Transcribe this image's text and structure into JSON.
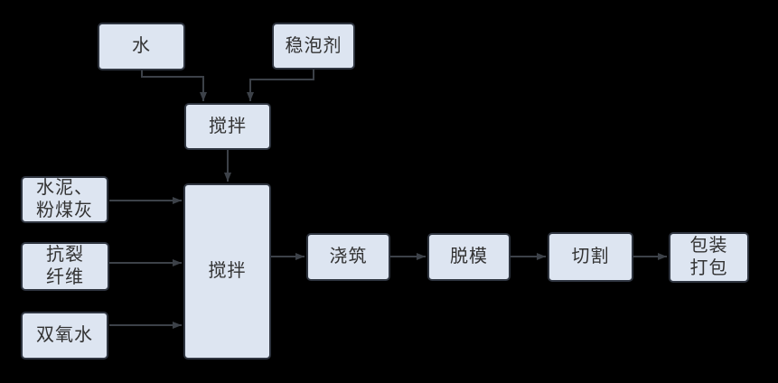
{
  "colors": {
    "background": "#000000",
    "box-fill": "#dde5f1",
    "box-border": "#2f3540",
    "arrow-color": "#3c4148",
    "text-color": "#333333"
  },
  "nodes": {
    "water": {
      "label": "水"
    },
    "foam_stabilizer": {
      "label": "稳泡剂"
    },
    "premix": {
      "label": "搅拌"
    },
    "cement_flyash": {
      "label": "水泥、\n粉煤灰"
    },
    "fiber": {
      "label": "抗裂\n纤维"
    },
    "h2o2": {
      "label": "双氧水"
    },
    "mix": {
      "label": "搅拌"
    },
    "pouring": {
      "label": "浇筑"
    },
    "demolding": {
      "label": "脱模"
    },
    "cutting": {
      "label": "切割"
    },
    "packing": {
      "label": "包装\n打包"
    }
  },
  "edges": [
    {
      "from": "water",
      "to": "premix"
    },
    {
      "from": "foam_stabilizer",
      "to": "premix"
    },
    {
      "from": "premix",
      "to": "mix"
    },
    {
      "from": "cement_flyash",
      "to": "mix"
    },
    {
      "from": "fiber",
      "to": "mix"
    },
    {
      "from": "h2o2",
      "to": "mix"
    },
    {
      "from": "mix",
      "to": "pouring"
    },
    {
      "from": "pouring",
      "to": "demolding"
    },
    {
      "from": "demolding",
      "to": "cutting"
    },
    {
      "from": "cutting",
      "to": "packing"
    }
  ]
}
